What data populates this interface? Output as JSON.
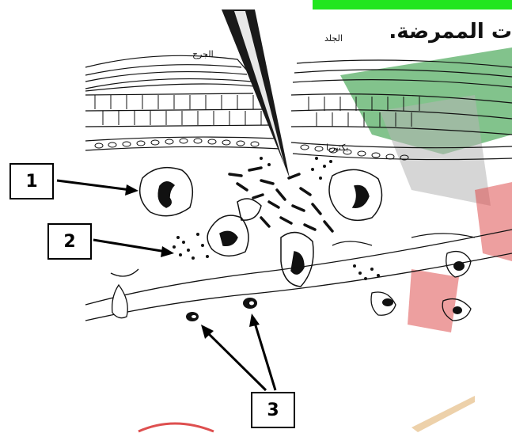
{
  "header": {
    "title": "ت الممرضة.",
    "bar_color": "#22e61e"
  },
  "labels": {
    "wound": "الجرح",
    "skin": "الجلد",
    "bacteria": "بكتيريا"
  },
  "callouts": [
    {
      "number": "1"
    },
    {
      "number": "2"
    },
    {
      "number": "3"
    }
  ],
  "icons": [
    "needle-icon",
    "arrow-icon"
  ],
  "watermark_colors": {
    "green": "#2e9a3a",
    "red": "#d93030",
    "gray": "#9a9a9a"
  }
}
